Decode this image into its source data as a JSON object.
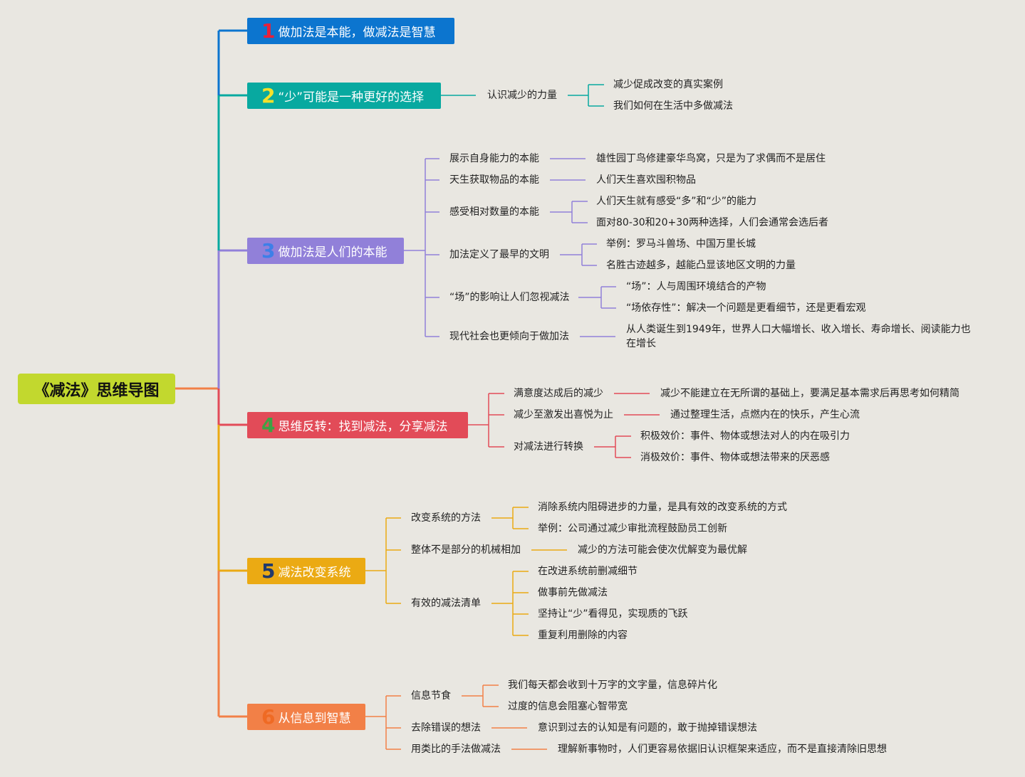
{
  "root": "《减法》思维导图",
  "colors": {
    "b1": "#0c75cf",
    "b2": "#08a9a0",
    "b3": "#9180d9",
    "b4": "#e24b58",
    "b5": "#ebaa13",
    "b6": "#f28047",
    "n1": "#e8203a",
    "n2": "#f4e12a",
    "n3": "#3d7fe8",
    "n4": "#3ea244",
    "n5": "#213a6b",
    "n6": "#ef6a24"
  },
  "branches": [
    {
      "num": "1",
      "label": "做加法是本能，做减法是智慧"
    },
    {
      "num": "2",
      "label": "“少”可能是一种更好的选择"
    },
    {
      "num": "3",
      "label": "做加法是人们的本能"
    },
    {
      "num": "4",
      "label": "思维反转：找到减法，分享减法"
    },
    {
      "num": "5",
      "label": "减法改变系统"
    },
    {
      "num": "6",
      "label": "从信息到智慧"
    }
  ],
  "b2": {
    "sub": "认识减少的力量",
    "leaves": [
      "减少促成改变的真实案例",
      "我们如何在生活中多做减法"
    ]
  },
  "b3": {
    "subs": [
      "展示自身能力的本能",
      "天生获取物品的本能",
      "感受相对数量的本能",
      "加法定义了最早的文明",
      "“场”的影响让人们忽视减法",
      "现代社会也更倾向于做加法"
    ],
    "leaves": [
      "雄性园丁鸟修建豪华鸟窝，只是为了求偶而不是居住",
      "人们天生喜欢囤积物品",
      "人们天生就有感受“多”和“少”的能力",
      "面对80-30和20+30两种选择，人们会通常会选后者",
      "举例：罗马斗兽场、中国万里长城",
      "名胜古迹越多，越能凸显该地区文明的力量",
      "“场”：人与周围环境结合的产物",
      "“场依存性”：解决一个问题是更看细节，还是更看宏观",
      "从人类诞生到1949年，世界人口大幅增长、收入增长、寿命增长、阅读能力也在增长"
    ]
  },
  "b4": {
    "subs": [
      "满意度达成后的减少",
      "减少至激发出喜悦为止",
      "对减法进行转换"
    ],
    "leaves": [
      "减少不能建立在无所谓的基础上，要满足基本需求后再思考如何精简",
      "通过整理生活，点燃内在的快乐，产生心流",
      "积极效价：事件、物体或想法对人的内在吸引力",
      "消极效价：事件、物体或想法带来的厌恶感"
    ]
  },
  "b5": {
    "subs": [
      "改变系统的方法",
      "整体不是部分的机械相加",
      "有效的减法清单"
    ],
    "leaves": [
      "消除系统内阻碍进步的力量，是具有效的改变系统的方式",
      "举例：公司通过减少审批流程鼓励员工创新",
      "减少的方法可能会使次优解变为最优解",
      "在改进系统前删减细节",
      "做事前先做减法",
      "坚持让“少”看得见，实现质的飞跃",
      "重复利用删除的内容"
    ]
  },
  "b6": {
    "subs": [
      "信息节食",
      "去除错误的想法",
      "用类比的手法做减法"
    ],
    "leaves": [
      "我们每天都会收到十万字的文字量，信息碎片化",
      "过度的信息会阻塞心智带宽",
      "意识到过去的认知是有问题的，敢于抛掉错误想法",
      "理解新事物时，人们更容易依据旧认识框架来适应，而不是直接清除旧思想"
    ]
  }
}
